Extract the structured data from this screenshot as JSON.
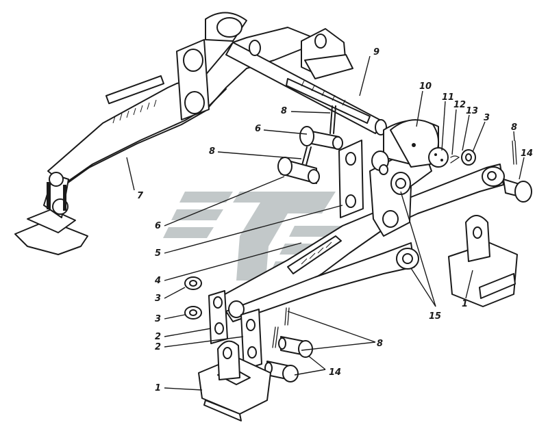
{
  "diagram": {
    "callouts": [
      {
        "id": "c9",
        "text": "9"
      },
      {
        "id": "c10",
        "text": "10"
      },
      {
        "id": "c11",
        "text": "11"
      },
      {
        "id": "c12",
        "text": "12"
      },
      {
        "id": "c13",
        "text": "13"
      },
      {
        "id": "c3a",
        "text": "3"
      },
      {
        "id": "c8a",
        "text": "8"
      },
      {
        "id": "c14a",
        "text": "14"
      },
      {
        "id": "c8b",
        "text": "8"
      },
      {
        "id": "c6a",
        "text": "6"
      },
      {
        "id": "c8c",
        "text": "8"
      },
      {
        "id": "c7",
        "text": "7"
      },
      {
        "id": "c6b",
        "text": "6"
      },
      {
        "id": "c5",
        "text": "5"
      },
      {
        "id": "c4",
        "text": "4"
      },
      {
        "id": "c3b",
        "text": "3"
      },
      {
        "id": "c3c",
        "text": "3"
      },
      {
        "id": "c2a",
        "text": "2"
      },
      {
        "id": "c2b",
        "text": "2"
      },
      {
        "id": "c1a",
        "text": "1"
      },
      {
        "id": "c1b",
        "text": "1"
      },
      {
        "id": "c15",
        "text": "15"
      },
      {
        "id": "c8d",
        "text": "8"
      },
      {
        "id": "c14b",
        "text": "14"
      }
    ],
    "colors": {
      "ink": "#1a1a1a",
      "paper": "#ffffff",
      "watermark": "#8f9a9c"
    },
    "watermark_icon": "stylized-road-logo-icon"
  }
}
